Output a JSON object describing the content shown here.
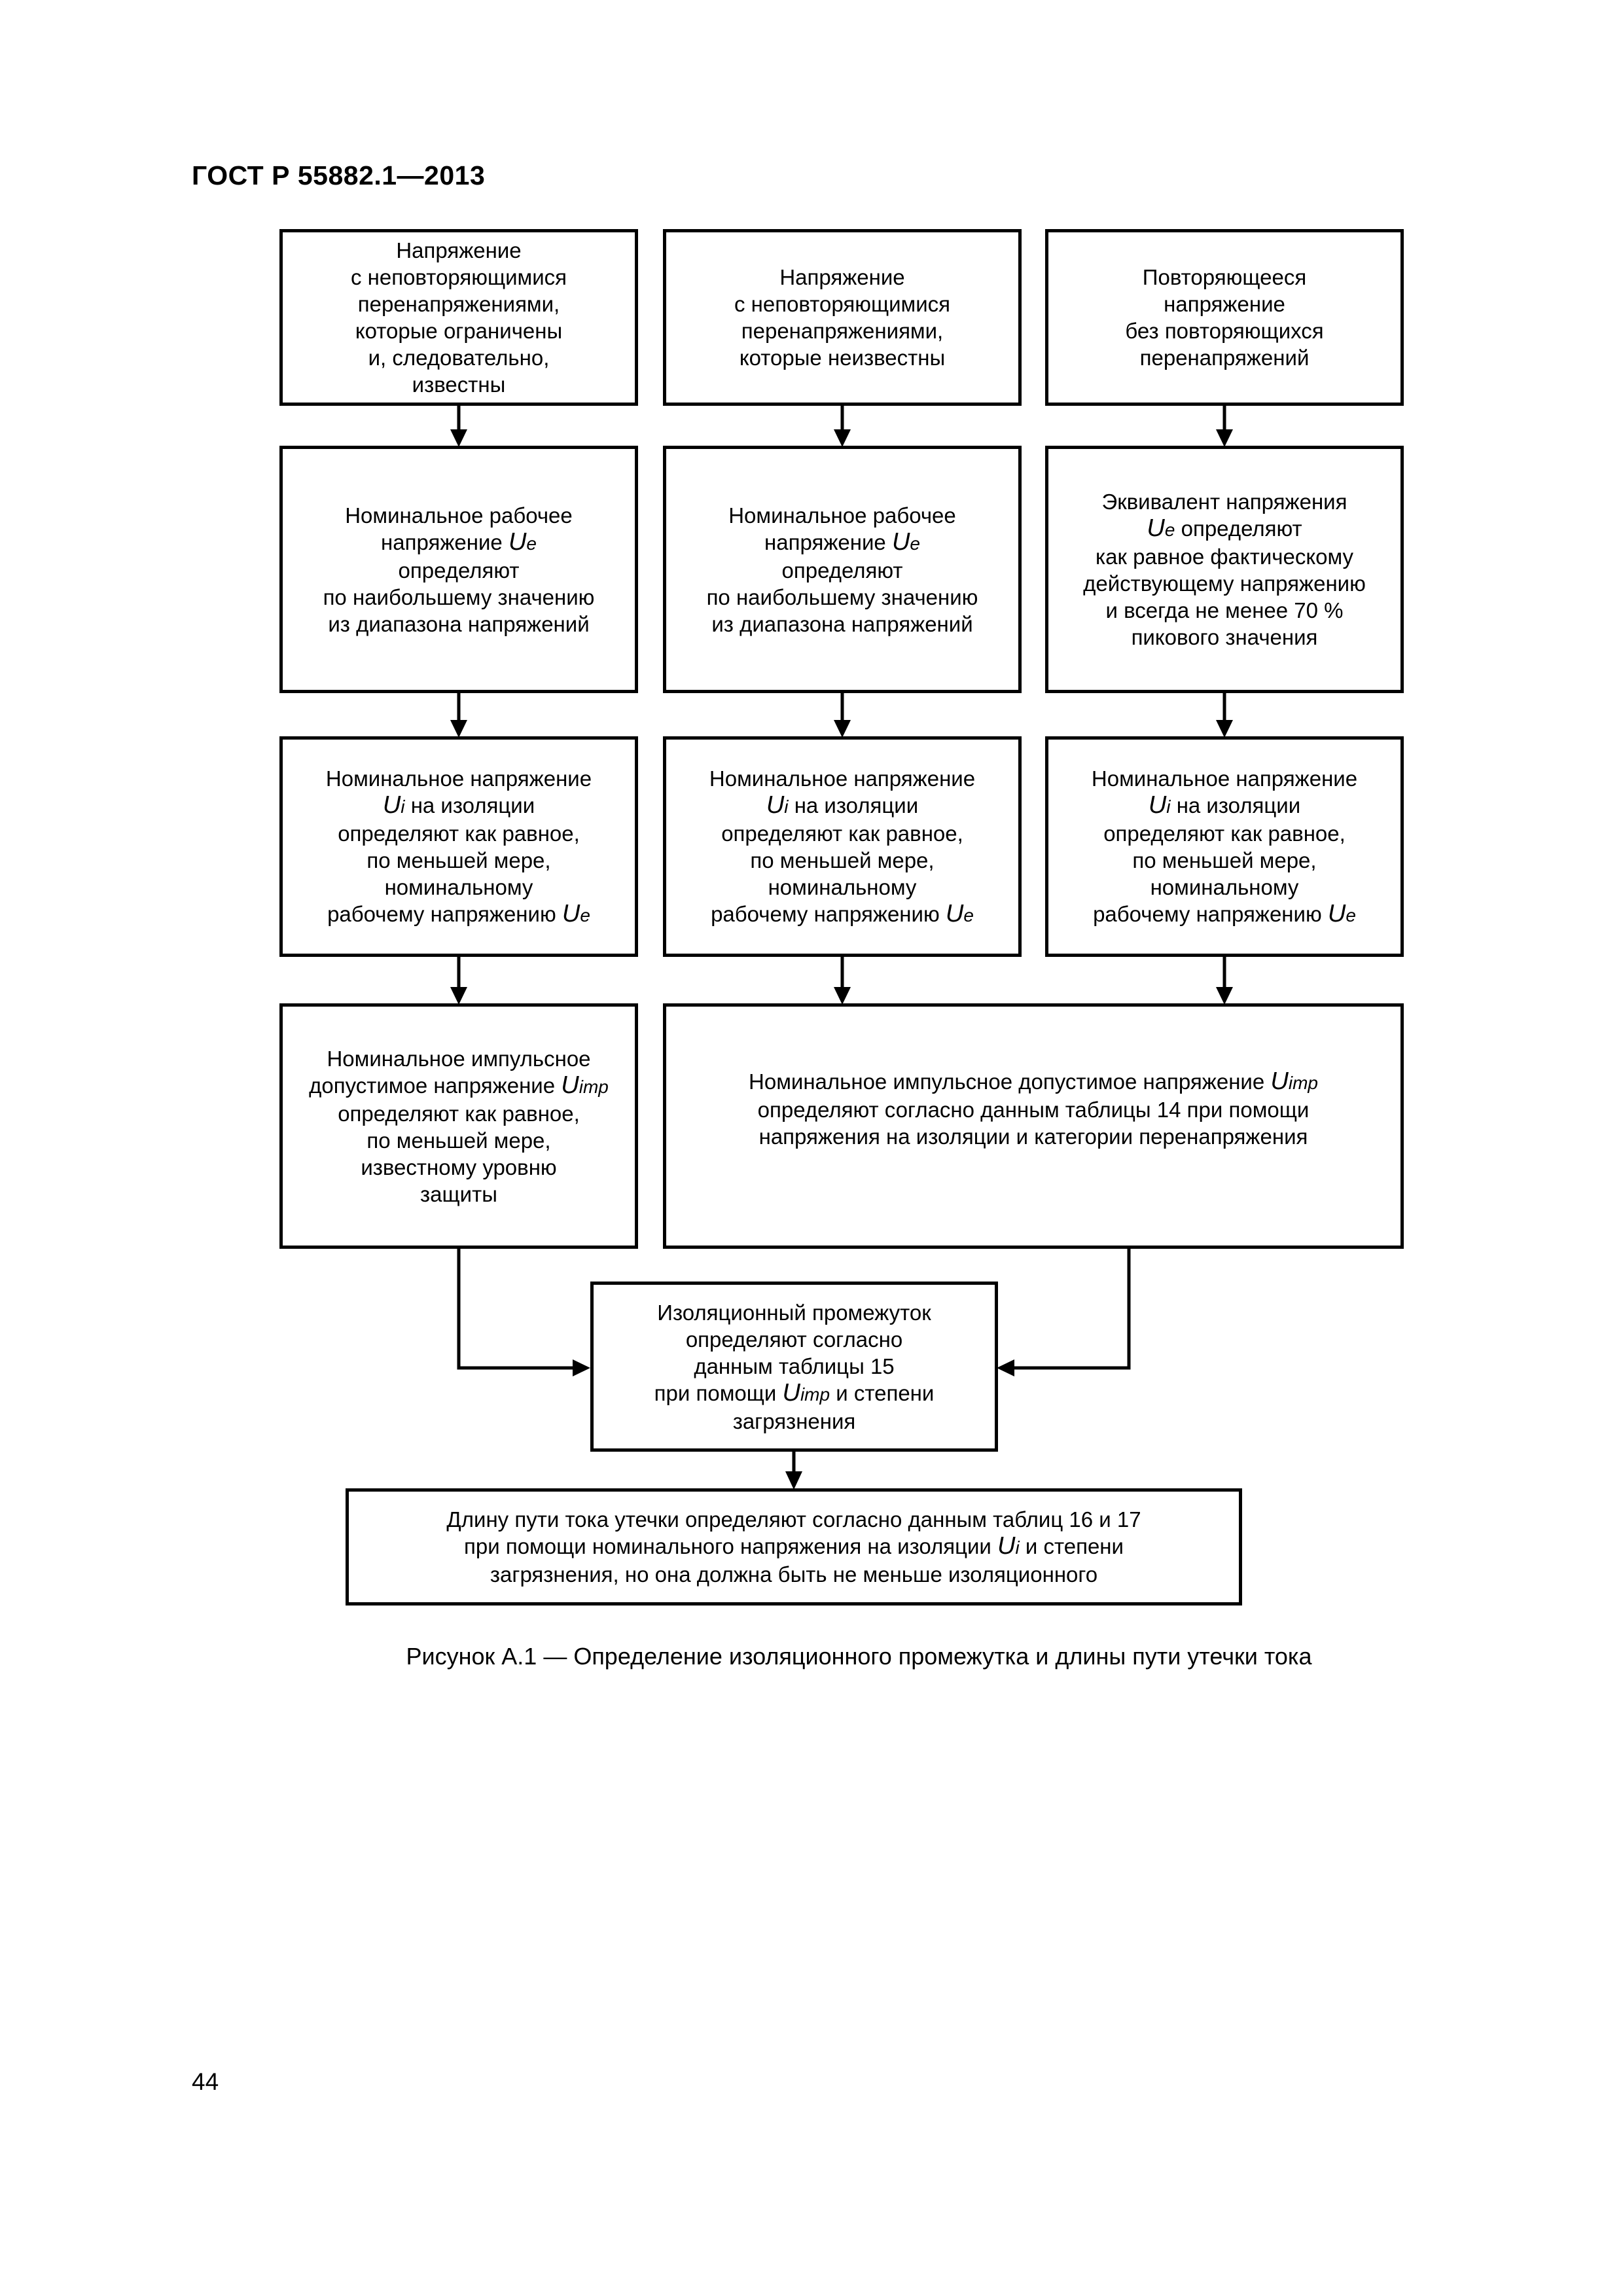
{
  "header": {
    "title": "ГОСТ Р 55882.1—2013"
  },
  "page": {
    "number": "44"
  },
  "figure": {
    "caption": "Рисунок А.1 — Определение изоляционного промежутка и длины пути утечки тока"
  },
  "boxes": {
    "r1c1": [
      "Напряжение",
      "с неповторяющимися",
      "перенапряжениями,",
      "которые ограничены",
      "и, следовательно,",
      "известны"
    ],
    "r1c2": [
      "Напряжение",
      "с неповторяющимися",
      "перенапряжениями,",
      "которые неизвестны"
    ],
    "r1c3": [
      "Повторяющееся",
      "напряжение",
      "без повторяющихся",
      "перенапряжений"
    ],
    "r2c1": {
      "l1": "Номинальное рабочее",
      "l2_pre": "напряжение",
      "sym": "U",
      "sub": "e",
      "l3": "определяют",
      "l4": "по наибольшему значению",
      "l5": "из диапазона напряжений"
    },
    "r2c2": {
      "l1": "Номинальное рабочее",
      "l2_pre": "напряжение",
      "sym": "U",
      "sub": "e",
      "l3": "определяют",
      "l4": "по наибольшему значению",
      "l5": "из диапазона напряжений"
    },
    "r2c3": {
      "l1": "Эквивалент напряжения",
      "sym": "U",
      "sub": "e",
      "l2_post": "определяют",
      "l3": "как равное фактическому",
      "l4": "действующему напряжению",
      "l5": "и всегда не менее 70 %",
      "l6": "пикового значения"
    },
    "r3": {
      "l1": "Номинальное напряжение",
      "sym": "U",
      "sub": "i",
      "l2_post": "на изоляции",
      "l3": "определяют как равное,",
      "l4": "по меньшей мере,",
      "l5": "номинальному",
      "l6_pre": "рабочему напряжению",
      "sym2": "U",
      "sub2": "e"
    },
    "r4c1": {
      "l1": "Номинальное импульсное",
      "l2_pre": "допустимое напряжение",
      "sym": "U",
      "sub": "imp",
      "l3": "определяют как равное,",
      "l4": "по меньшей мере,",
      "l5": "известному уровню",
      "l6": "защиты"
    },
    "r4c2": {
      "l1_pre": "Номинальное импульсное допустимое напряжение",
      "sym": "U",
      "sub": "imp",
      "l2": "определяют согласно данным таблицы 14 при помощи",
      "l3": "напряжения на изоляции и категории перенапряжения"
    },
    "r5": {
      "l1": "Изоляционный промежуток",
      "l2": "определяют согласно",
      "l3": "данным таблицы 15",
      "l4_pre": "при помощи",
      "sym": "U",
      "sub": "imp",
      "l4_post": "и степени",
      "l5": "загрязнения"
    },
    "r6": {
      "l1": "Длину пути тока утечки определяют согласно данным таблиц 16 и 17",
      "l2_pre": "при помощи номинального напряжения на изоляции",
      "sym": "U",
      "sub": "i",
      "l2_post": "и степени",
      "l3": "загрязнения, но она должна быть не меньше изоляционного"
    }
  }
}
